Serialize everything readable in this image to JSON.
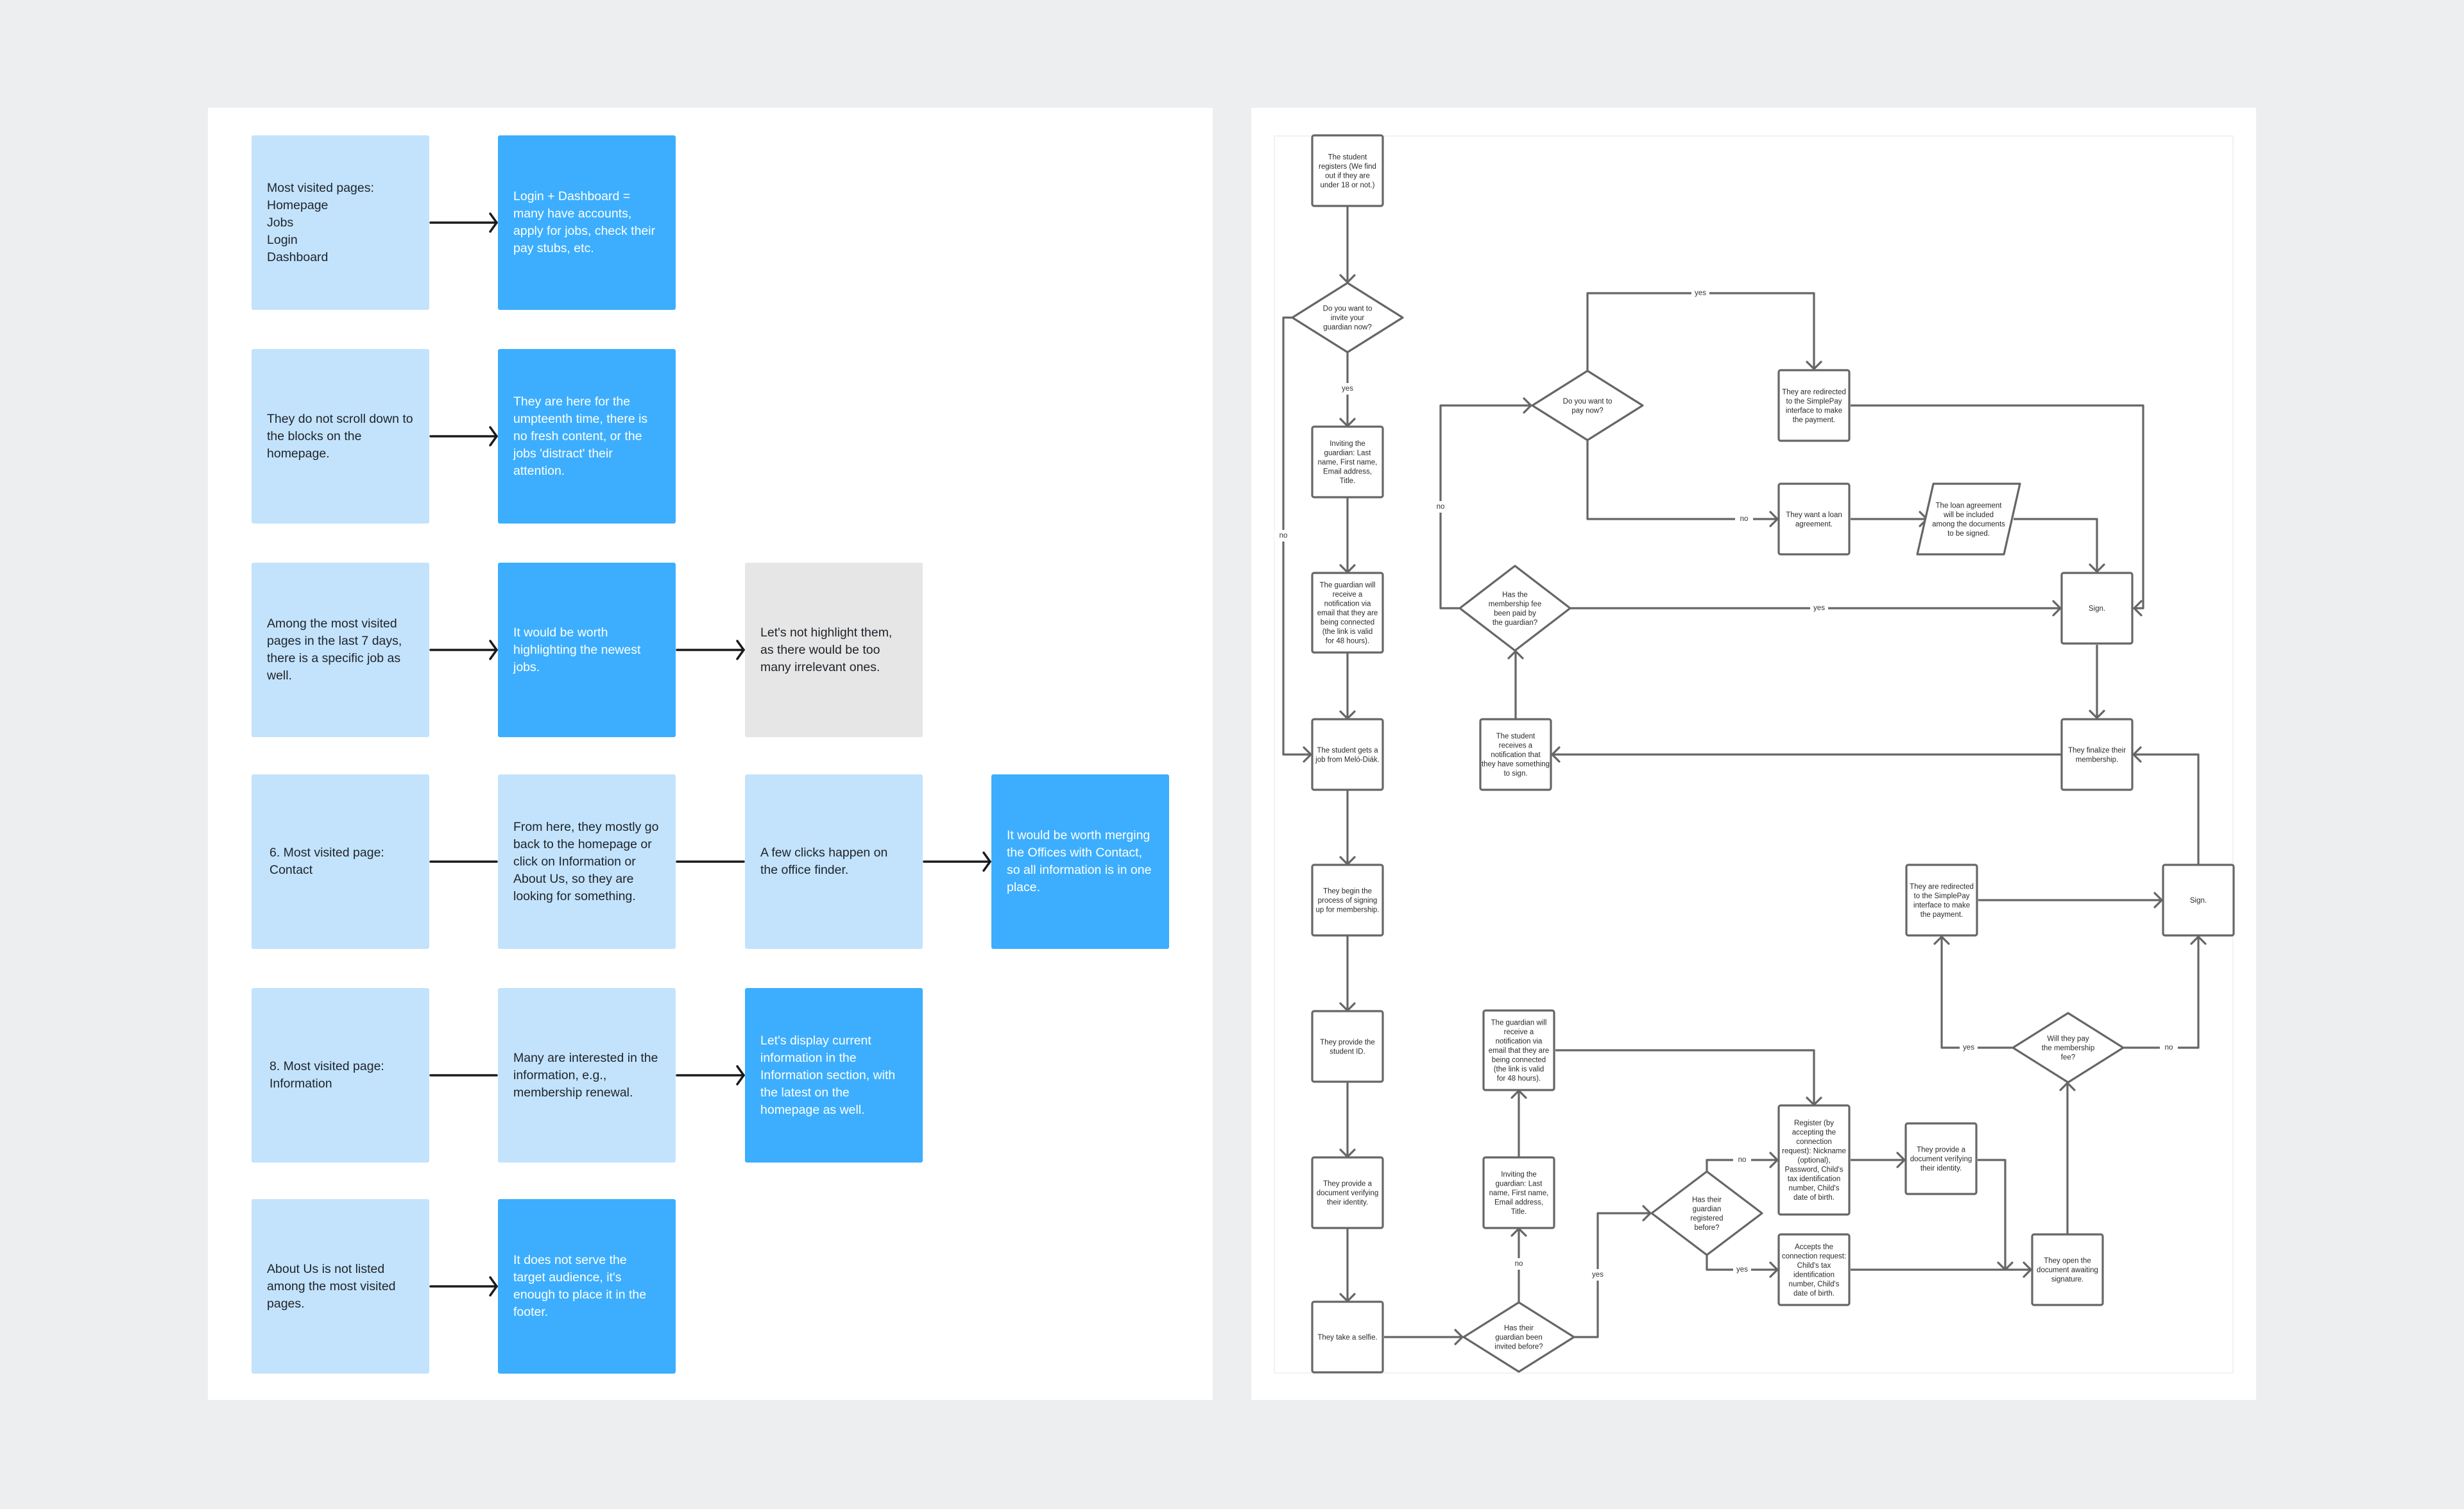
{
  "left_board": {
    "rows": [
      {
        "cards": [
          {
            "style": "light",
            "text": "Most visited pages:\nHomepage\nJobs\nLogin\nDashboard"
          },
          {
            "style": "dark",
            "text": "Login + Dashboard = many have accounts, apply for jobs, check their pay stubs, etc."
          }
        ],
        "connectors": [
          "arrow"
        ]
      },
      {
        "cards": [
          {
            "style": "light",
            "text": "They do not scroll down to the blocks on the homepage."
          },
          {
            "style": "dark",
            "text": "They are here for the umpteenth time, there is no fresh content, or the jobs 'distract' their attention."
          }
        ],
        "connectors": [
          "arrow"
        ]
      },
      {
        "cards": [
          {
            "style": "light",
            "text": "Among the most visited pages in the last 7 days, there is a specific job as well."
          },
          {
            "style": "dark",
            "text": "It would be worth highlighting the newest jobs."
          },
          {
            "style": "gray",
            "text": "Let's not highlight them, as there would be too many irrelevant ones."
          }
        ],
        "connectors": [
          "arrow",
          "arrow"
        ]
      },
      {
        "cards": [
          {
            "style": "light",
            "text": "6. Most visited page:\n    Contact"
          },
          {
            "style": "light",
            "text": "From here, they mostly go back to the homepage or click on Information or About Us, so they are looking for something."
          },
          {
            "style": "light",
            "text": "A few clicks happen on the office finder."
          },
          {
            "style": "dark",
            "text": "It would be worth merging the Offices with Contact, so all information is in one place."
          }
        ],
        "connectors": [
          "line",
          "line",
          "arrow"
        ]
      },
      {
        "cards": [
          {
            "style": "light",
            "text": "8. Most visited page:\n    Information"
          },
          {
            "style": "light",
            "text": "Many are interested in the information, e.g., membership renewal."
          },
          {
            "style": "dark",
            "text": "Let's display current information in the Information section, with the latest on the homepage as well."
          }
        ],
        "connectors": [
          "line",
          "arrow"
        ]
      },
      {
        "cards": [
          {
            "style": "light",
            "text": "About Us is not listed among the most visited pages."
          },
          {
            "style": "dark",
            "text": "It does not serve the target audience, it's enough to place it in the footer."
          }
        ],
        "connectors": [
          "arrow"
        ]
      }
    ],
    "colors": {
      "light": "#c3e3fc",
      "dark": "#3daefd",
      "gray": "#e6e6e6"
    }
  },
  "flowchart": {
    "nodes": {
      "register": {
        "type": "process",
        "text": "The student registers (We find out if they are under 18 or not.)"
      },
      "invite_now": {
        "type": "decision",
        "text": "Do you want to invite your guardian now?"
      },
      "inviting1": {
        "type": "process",
        "text": "Inviting the guardian: Last name, First name, Email address, Title."
      },
      "notify1": {
        "type": "process",
        "text": "The guardian will receive a notification via email that they are being connected (the link is valid for 48 hours)."
      },
      "gets_job": {
        "type": "process",
        "text": "The student gets a job from Meló-Diák."
      },
      "begin_signup": {
        "type": "process",
        "text": "They begin the process of signing up for membership."
      },
      "student_id": {
        "type": "process",
        "text": "They provide the student ID."
      },
      "doc_verify1": {
        "type": "process",
        "text": "They provide a document verifying their identity."
      },
      "selfie": {
        "type": "process",
        "text": "They take a selfie."
      },
      "pay_now": {
        "type": "decision",
        "text": "Do you want to pay now?"
      },
      "simplepay1": {
        "type": "process",
        "text": "They are redirected to the SimplePay interface to make the payment."
      },
      "loan": {
        "type": "process",
        "text": "They want a loan agreement."
      },
      "loan_docs": {
        "type": "data",
        "text": "The loan agreement will be included among the documents to be signed."
      },
      "sign1": {
        "type": "process",
        "text": "Sign."
      },
      "fee_paid": {
        "type": "decision",
        "text": "Has the membership fee been paid by the guardian?"
      },
      "student_notified": {
        "type": "process",
        "text": "The student receives a notification that they have something to sign."
      },
      "finalize": {
        "type": "process",
        "text": "They finalize their membership."
      },
      "simplepay2": {
        "type": "process",
        "text": "They are redirected to the SimplePay interface to make the payment."
      },
      "sign2": {
        "type": "process",
        "text": "Sign."
      },
      "will_pay": {
        "type": "decision",
        "text": "Will they pay the membership fee?"
      },
      "notify2": {
        "type": "process",
        "text": "The guardian will receive a notification via email that they are being connected (the link is valid for 48 hours)."
      },
      "inviting2": {
        "type": "process",
        "text": "Inviting the guardian: Last name, First name, Email address, Title."
      },
      "invited_before": {
        "type": "decision",
        "text": "Has their guardian been invited before?"
      },
      "registered_before": {
        "type": "decision",
        "text": "Has their guardian registered before?"
      },
      "register_guardian": {
        "type": "process",
        "text": "Register (by accepting the connection request): Nickname (optional), Password, Child's tax identification number, Child's date of birth."
      },
      "doc_verify2": {
        "type": "process",
        "text": "They provide a document verifying their identity."
      },
      "accepts": {
        "type": "process",
        "text": "Accepts the connection request: Child's tax identification number, Child's date of birth."
      },
      "open_doc": {
        "type": "process",
        "text": "They open the document awaiting signature."
      }
    },
    "edges": [
      {
        "from": "register",
        "to": "invite_now",
        "label": ""
      },
      {
        "from": "invite_now",
        "to": "inviting1",
        "label": "yes"
      },
      {
        "from": "invite_now",
        "to": "gets_job",
        "label": "no"
      },
      {
        "from": "inviting1",
        "to": "notify1",
        "label": ""
      },
      {
        "from": "notify1",
        "to": "gets_job",
        "label": ""
      },
      {
        "from": "gets_job",
        "to": "begin_signup",
        "label": ""
      },
      {
        "from": "begin_signup",
        "to": "student_id",
        "label": ""
      },
      {
        "from": "student_id",
        "to": "doc_verify1",
        "label": ""
      },
      {
        "from": "doc_verify1",
        "to": "selfie",
        "label": ""
      },
      {
        "from": "selfie",
        "to": "invited_before",
        "label": ""
      },
      {
        "from": "invited_before",
        "to": "inviting2",
        "label": "no"
      },
      {
        "from": "invited_before",
        "to": "registered_before",
        "label": "yes"
      },
      {
        "from": "inviting2",
        "to": "notify2",
        "label": ""
      },
      {
        "from": "notify2",
        "to": "register_guardian",
        "label": ""
      },
      {
        "from": "registered_before",
        "to": "register_guardian",
        "label": "no"
      },
      {
        "from": "registered_before",
        "to": "accepts",
        "label": "yes"
      },
      {
        "from": "register_guardian",
        "to": "doc_verify2",
        "label": ""
      },
      {
        "from": "doc_verify2",
        "to": "open_doc",
        "label": ""
      },
      {
        "from": "accepts",
        "to": "open_doc",
        "label": ""
      },
      {
        "from": "open_doc",
        "to": "will_pay",
        "label": ""
      },
      {
        "from": "will_pay",
        "to": "simplepay2",
        "label": "yes"
      },
      {
        "from": "will_pay",
        "to": "sign2",
        "label": "no"
      },
      {
        "from": "simplepay2",
        "to": "sign2",
        "label": ""
      },
      {
        "from": "sign2",
        "to": "finalize",
        "label": ""
      },
      {
        "from": "finalize",
        "to": "student_notified",
        "label": ""
      },
      {
        "from": "student_notified",
        "to": "fee_paid",
        "label": ""
      },
      {
        "from": "fee_paid",
        "to": "pay_now",
        "label": "no"
      },
      {
        "from": "fee_paid",
        "to": "sign1",
        "label": "yes"
      },
      {
        "from": "pay_now",
        "to": "simplepay1",
        "label": "yes"
      },
      {
        "from": "pay_now",
        "to": "loan",
        "label": "no"
      },
      {
        "from": "loan",
        "to": "loan_docs",
        "label": ""
      },
      {
        "from": "loan_docs",
        "to": "sign1",
        "label": ""
      },
      {
        "from": "simplepay1",
        "to": "sign1",
        "label": ""
      },
      {
        "from": "sign1",
        "to": "finalize",
        "label": ""
      }
    ]
  }
}
